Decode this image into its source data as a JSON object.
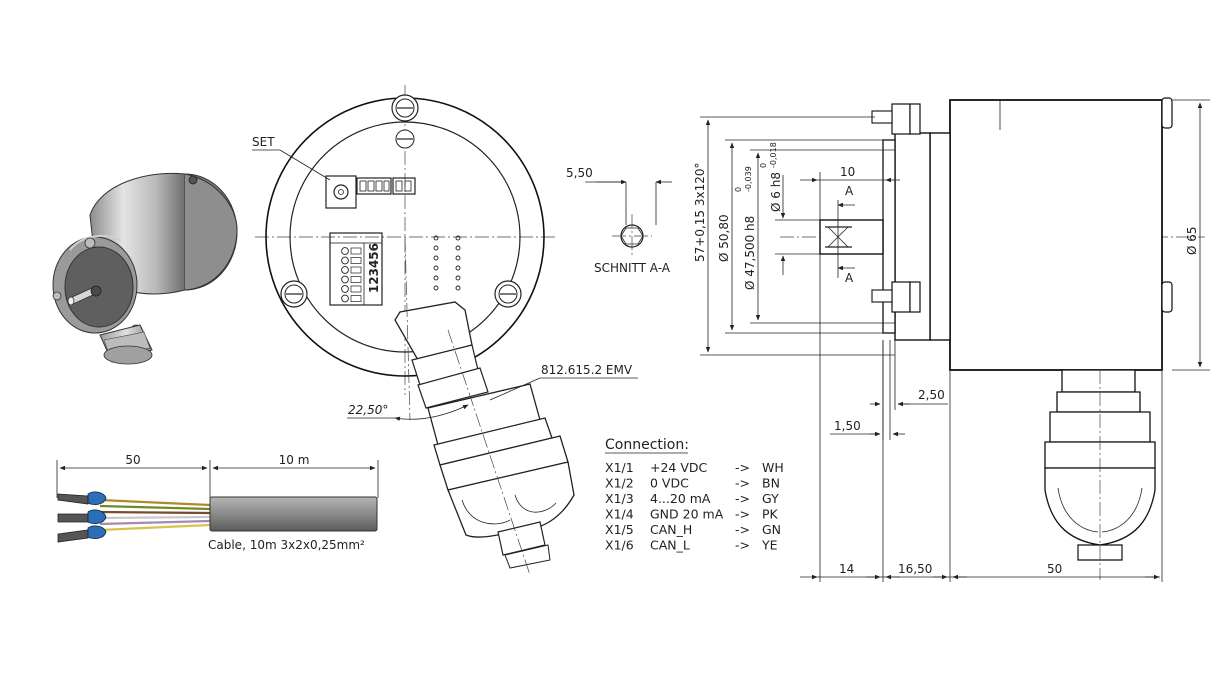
{
  "labels": {
    "set": "SET",
    "terminal_digits": "123456",
    "part_number": "812.615.2 EMV",
    "angle": "22,50°",
    "section_dim": "5,50",
    "section": "SCHNITT A-A",
    "cable": "Cable, 10m 3x2x0,25mm²",
    "cable_dim_left": "50",
    "cable_dim_right": "10 m",
    "section_marker": "A",
    "side_top_dim": "57+0,15  3x120°",
    "dia_50_80": "Ø 50,80",
    "dia_47_500": "Ø 47,500 h8",
    "dia_47_tol_upper": "0",
    "dia_47_tol_lower": "-0,039",
    "dia_6": "Ø 6 h8",
    "dia_6_tol_upper": "0",
    "dia_6_tol_lower": "-0,018",
    "dim_10": "10",
    "dia_65": "Ø 65",
    "dim_2_50": "2,50",
    "dim_1_50": "1,50",
    "dim_14": "14",
    "dim_16_50": "16,50",
    "dim_50": "50"
  },
  "connection": {
    "title": "Connection:",
    "rows": [
      {
        "pin": "X1/1",
        "signal": "+24 VDC",
        "arrow": "->",
        "color": "WH"
      },
      {
        "pin": "X1/2",
        "signal": "0 VDC",
        "arrow": "->",
        "color": "BN"
      },
      {
        "pin": "X1/3",
        "signal": "4...20 mA",
        "arrow": "->",
        "color": "GY"
      },
      {
        "pin": "X1/4",
        "signal": "GND 20 mA",
        "arrow": "->",
        "color": "PK"
      },
      {
        "pin": "X1/5",
        "signal": "CAN_H",
        "arrow": "->",
        "color": "GN"
      },
      {
        "pin": "X1/6",
        "signal": "CAN_L",
        "arrow": "->",
        "color": "YE"
      }
    ]
  },
  "colors": {
    "line": "#222222",
    "housing_light": "#d9d9d9",
    "housing_mid": "#a8a8a8",
    "housing_dark": "#5e5e5e",
    "sleeve_blue": "#2a6fb8",
    "cable_grey": "#8a8a8a"
  }
}
